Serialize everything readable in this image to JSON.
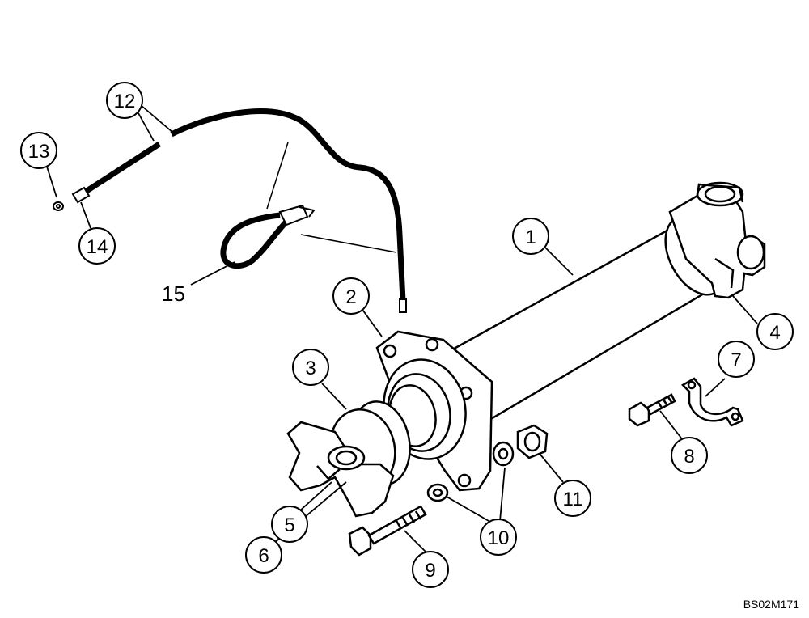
{
  "diagram": {
    "callouts": [
      {
        "id": "c1",
        "label": "1"
      },
      {
        "id": "c2",
        "label": "2"
      },
      {
        "id": "c3",
        "label": "3"
      },
      {
        "id": "c4",
        "label": "4"
      },
      {
        "id": "c5",
        "label": "5"
      },
      {
        "id": "c6",
        "label": "6"
      },
      {
        "id": "c7",
        "label": "7"
      },
      {
        "id": "c8",
        "label": "8"
      },
      {
        "id": "c9",
        "label": "9"
      },
      {
        "id": "c10",
        "label": "10"
      },
      {
        "id": "c11",
        "label": "11"
      },
      {
        "id": "c12",
        "label": "12"
      },
      {
        "id": "c13",
        "label": "13"
      },
      {
        "id": "c14",
        "label": "14"
      }
    ],
    "plain_label": "15",
    "reference_code": "BS02M171"
  },
  "colors": {
    "line": "#000000",
    "background": "#ffffff"
  }
}
